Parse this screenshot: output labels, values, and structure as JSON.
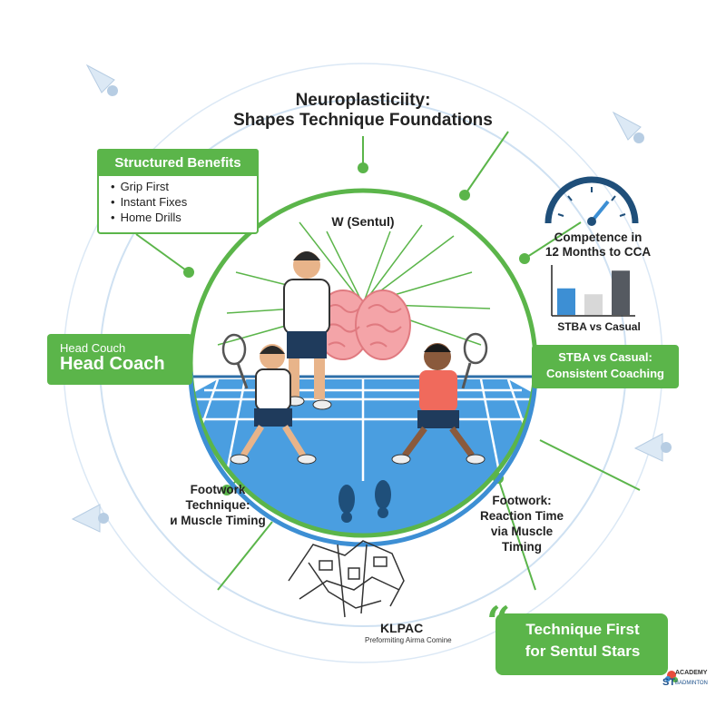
{
  "title": {
    "line1": "Neuroplasticiity:",
    "line2": "Shapes Technique Foundations"
  },
  "benefits": {
    "header": "Structured Benefits",
    "items": [
      "Grip First",
      "Instant Fixes",
      "Home Drills"
    ]
  },
  "head_coach": {
    "small": "Head Couch",
    "large": "Head Coach"
  },
  "competence": {
    "line1": "Competence in",
    "line2": "12 Months to CCA",
    "bar_label": "STBA vs Casual",
    "gauge_icon": "speedometer-icon"
  },
  "stba_banner": {
    "line1": "STBA vs Casual:",
    "line2": "Consistent Coaching"
  },
  "center_label": "W (Sentul)",
  "footwork_left": [
    "Footwork",
    "Technique:",
    "и Muscle Timing"
  ],
  "footwork_right": [
    "Footwork:",
    "Reaction Time",
    "via Muscle",
    "Timing"
  ],
  "klpac": {
    "title": "KLPAC",
    "subtitle": "Preformiting Airma Comine"
  },
  "quote": {
    "mark": "“",
    "line1": "Technique First",
    "line2": "for Sentul Stars"
  },
  "logo": {
    "top": "ACADEMY",
    "main": "ST",
    "sub": "BADMINTON"
  },
  "colors": {
    "green": "#5bb54a",
    "blue": "#3d8fd4",
    "court_blue": "#4a9ee0",
    "brain_pink": "#f4a4a8",
    "dark_bar": "#555a61",
    "light_bar": "#d8d8d8",
    "ring_blue": "#cfe1f2"
  },
  "icons": {
    "brain": "brain-icon",
    "footprints": "footprints-icon",
    "shuttlecock": "shuttlecock-icon",
    "map": "map-icon",
    "racket": "racket-icon"
  },
  "chart_data": {
    "type": "bar",
    "categories": [],
    "values": [
      0.45,
      0.35,
      0.75
    ],
    "title": "",
    "xlabel": "STBA vs Casual",
    "ylabel": "",
    "ylim": [
      0,
      1
    ]
  }
}
